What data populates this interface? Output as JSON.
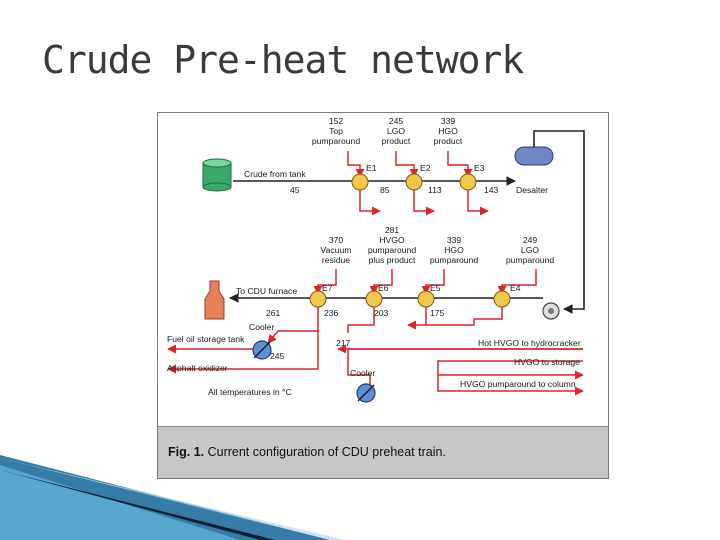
{
  "slide": {
    "title": "Crude Pre-heat network"
  },
  "figure": {
    "caption_prefix": "Fig. 1.",
    "caption_text": " Current configuration of CDU preheat train.",
    "exchangers": {
      "e1": "E1",
      "e2": "E2",
      "e3": "E3",
      "e4": "E4",
      "e5": "E5",
      "e6": "E6",
      "e7": "E7"
    },
    "top_streams": [
      [
        "152",
        "Top",
        "pumparound"
      ],
      [
        "245",
        "LGO",
        "product"
      ],
      [
        "339",
        "HGO",
        "product"
      ]
    ],
    "bottom_streams": [
      [
        "370",
        "Vacuum",
        "residue"
      ],
      [
        "281",
        "HVGO",
        "pumparound",
        "plus product"
      ],
      [
        "339",
        "HGO",
        "pumparound"
      ],
      [
        "249",
        "LGO",
        "pumparound"
      ]
    ],
    "labels": {
      "crude_from_tank": "Crude from tank",
      "desalter": "Desalter",
      "to_cdu_furnace": "To CDU furnace",
      "cooler_top": "Cooler",
      "cooler_bottom": "Cooler",
      "fuel_oil": "Fuel oil storage tank",
      "asphalt": "Asphalt oxidizer",
      "all_temps": "All temperatures in °C",
      "hot_hvgo": "Hot HVGO to hydrocracker",
      "hvgo_storage": "HVGO to storage",
      "hvgo_pumparound": "HVGO pumparound to column"
    },
    "temperatures": {
      "t45": "45",
      "t85": "85",
      "t113": "113",
      "t143": "143",
      "t261": "261",
      "t236": "236",
      "t203": "203",
      "t175": "175",
      "t245": "245",
      "t217": "217"
    },
    "colors": {
      "crude_line": "#222222",
      "hot_stream": "#e0242e",
      "exchanger": "#f2c84a",
      "tank": "#3aaa6a",
      "desalter": "#6f86c4",
      "furnace": "#e8805a"
    }
  }
}
